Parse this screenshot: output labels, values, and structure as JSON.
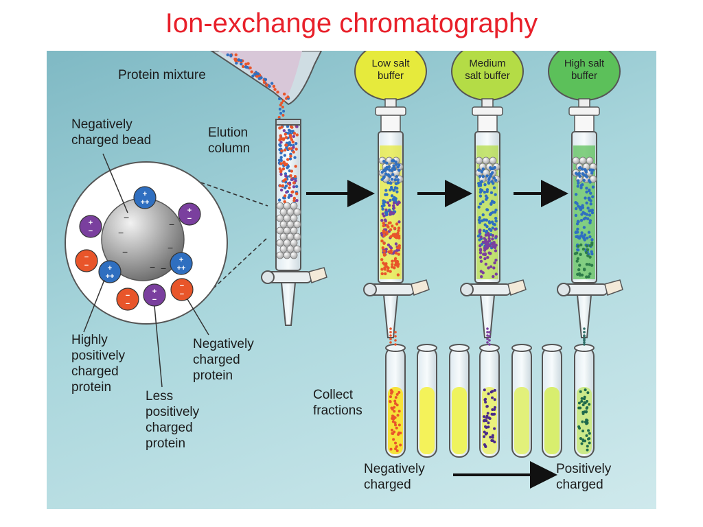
{
  "title": "Ion-exchange chromatography",
  "labels": {
    "protein_mixture": "Protein mixture",
    "negatively_charged_bead": "Negatively\ncharged bead",
    "elution_column": "Elution\ncolumn",
    "highly_positive": "Highly\npositively\ncharged\nprotein",
    "less_positive": "Less\npositively\ncharged\nprotein",
    "negative_protein": "Negatively\ncharged\nprotein",
    "collect_fractions": "Collect\nfractions",
    "negatively_charged": "Negatively\ncharged",
    "positively_charged": "Positively\ncharged"
  },
  "buffers": [
    {
      "label": "Low salt\nbuffer",
      "color": "#e6ea3c"
    },
    {
      "label": "Medium\nsalt buffer",
      "color": "#b4dc46"
    },
    {
      "label": "High salt\nbuffer",
      "color": "#5cc05a"
    }
  ],
  "bead_signs": {
    "plus": "+",
    "minus": "−"
  },
  "colors": {
    "title": "#e8202a",
    "negative_protein": "#e8552a",
    "highly_positive_protein": "#2f6fc0",
    "less_positive_protein": "#7a3f9e",
    "bead": "#9a9a9a"
  }
}
